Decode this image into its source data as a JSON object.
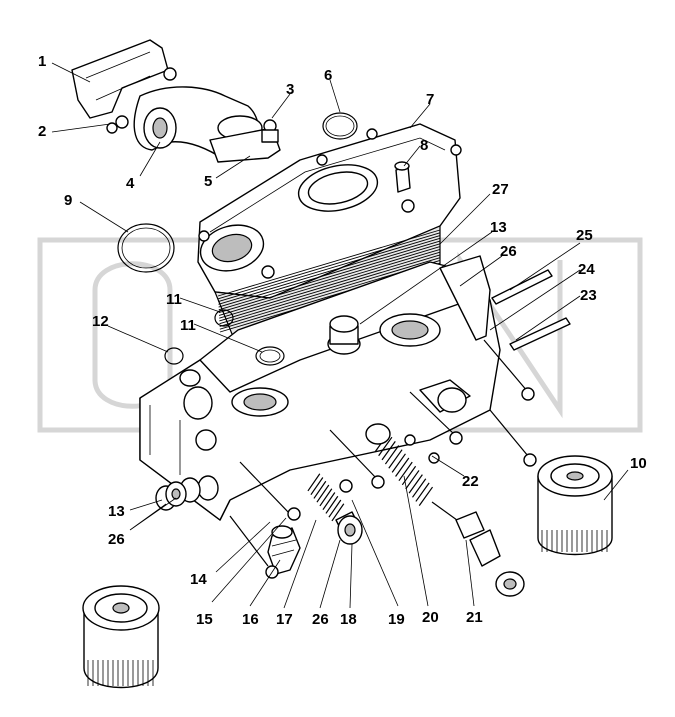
{
  "diagram": {
    "callouts": [
      "1",
      "2",
      "3",
      "4",
      "5",
      "6",
      "7",
      "8",
      "9",
      "10",
      "11",
      "11",
      "12",
      "13",
      "13",
      "14",
      "15",
      "16",
      "17",
      "18",
      "19",
      "20",
      "21",
      "22",
      "23",
      "24",
      "25",
      "26",
      "26",
      "26",
      "27"
    ],
    "colors": {
      "line": "#000000",
      "background": "#ffffff",
      "watermark": "#d6d6d6"
    }
  }
}
